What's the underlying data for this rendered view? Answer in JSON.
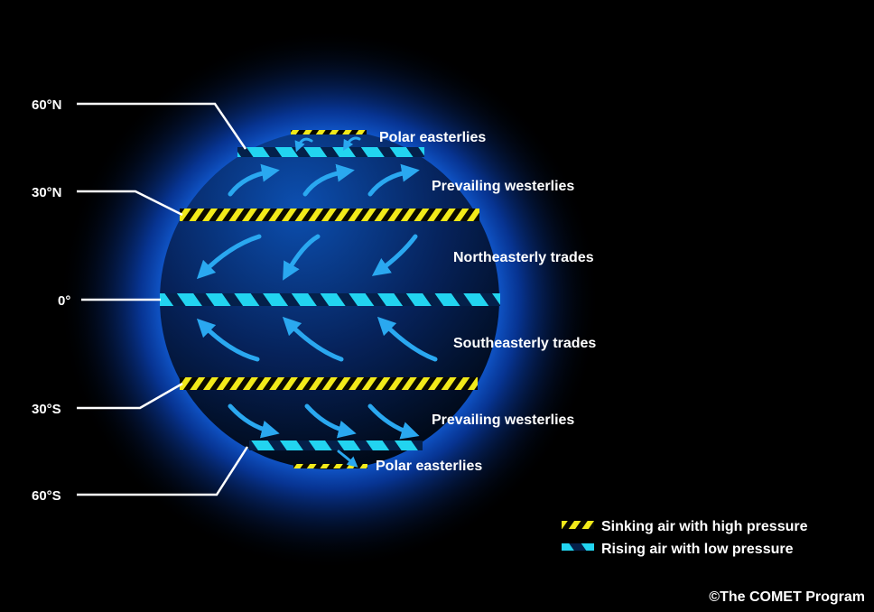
{
  "title": "Global wind and pressure belts",
  "latitude_labels": [
    "60°N",
    "30°N",
    "0°",
    "30°S",
    "60°S"
  ],
  "wind_labels": [
    "Polar easterlies",
    "Prevailing westerlies",
    "Northeasterly trades",
    "Southeasterly trades",
    "Prevailing westerlies",
    "Polar easterlies"
  ],
  "legend": {
    "sinking": "Sinking air with high pressure",
    "rising": "Rising air with low pressure"
  },
  "credit": "©The COMET Program",
  "colors": {
    "sinking": "#f2ea1a",
    "rising": "#22d4f0",
    "arrow": "#2aa8f0",
    "globe": "#0a3a8a"
  }
}
